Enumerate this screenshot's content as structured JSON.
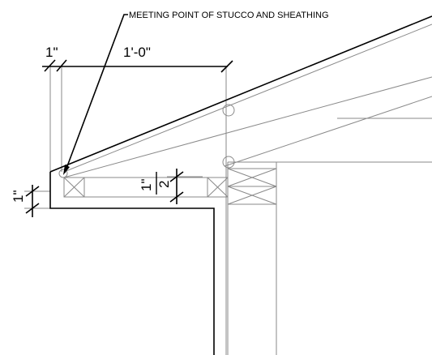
{
  "callout": {
    "text": "MEETING POINT OF STUCCO AND SHEATHING"
  },
  "dimensions": {
    "overhang_offset": "1\"",
    "overhang_length": "1'-0\"",
    "fascia_thickness": "1\"",
    "gap_numerator": "1\"",
    "gap_denominator": "2"
  },
  "colors": {
    "heavy_line": "#000000",
    "light_line": "#8a8a8a",
    "background": "#ffffff"
  }
}
